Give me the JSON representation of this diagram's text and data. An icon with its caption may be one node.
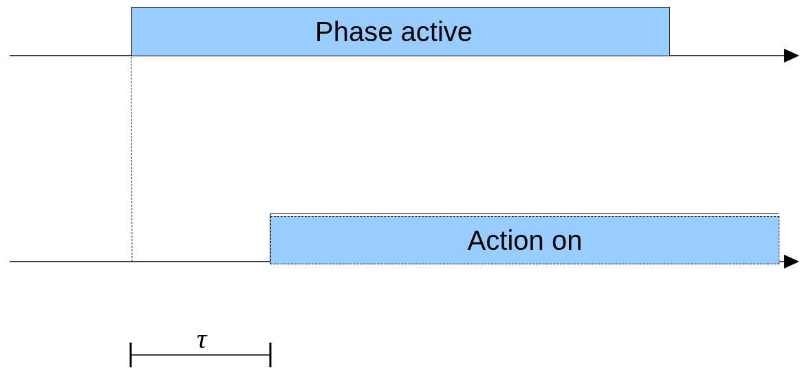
{
  "diagram": {
    "nodes": [
      {
        "text": [
          "Phase active"
        ]
      },
      {
        "text": [
          "Action on"
        ]
      }
    ],
    "labels": [
      "τ"
    ]
  }
}
